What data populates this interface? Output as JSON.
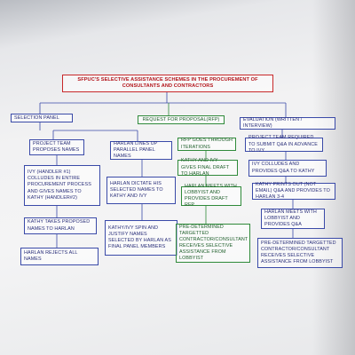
{
  "title": "SFPUC'S SELECTIVE ASSISTANCE SCHEMES IN THE PROCUREMENT OF CONSULTANTS AND CONTRACTORS",
  "branches": [
    {
      "header": "SELECTION PANEL",
      "columns": [
        {
          "steps": [
            "PROJECT TEAM PROPOSES NAMES",
            "IVY (HANDLER #1) COLLUDES IN ENTIRE PROCUREMENT PROCESS AND GIVES NAMES TO KATHY (HANDLER#2)",
            "KATHY TAKES PROPOSED NAMES TO HARLAN",
            "HARLAN REJECTS ALL NAMES"
          ]
        },
        {
          "steps": [
            "HARLAN LINES UP PARALLEL PANEL NAMES",
            "HARLAN DICTATE HIS SELECTED NAMES TO KATHY AND IVY",
            "KATHY/IVY SPIN AND JUSTIFY NAMES SELECTED BY HARLAN AS FINAL PANEL MEMBERS"
          ]
        }
      ]
    },
    {
      "header": "REQUEST FOR PROPOSAL(RFP)",
      "steps": [
        "RFP GOES THROUGH ITERATIONS",
        "KATHY AND IVY GIVES FINAL DRAFT TO HARLAN",
        "HARLAN MEETS WITH LOBBYIST AND PROVIDES DRAFT RFP",
        "PRE-DETERMINED TARGETTED CONTRACTOR/CONSULTANT RECEIVES SELECTIVE ASSISTANCE FROM LOBBYIST"
      ]
    },
    {
      "header": "EVALUATION (WRITTEN / INTERVIEW)",
      "steps": [
        "PROJECT TEAM REQUIRED TO SUBMIT Q&A IN ADVANCE TO IVY",
        "IVY COLLUDES AND PROVIDES Q&A TO KATHY",
        "KATHY PRINTS OUT (NOT EMAIL) Q&A AND PROVIDES TO HARLAN 3-4",
        "HARLAN MEETS WITH LOBBYIST AND PROVIDES Q&A",
        "PRE-DETERMINED TARGETTED CONTRACTOR/CONSULTANT RECEIVES SELECTIVE ASSISTANCE FROM LOBBYIST"
      ]
    }
  ],
  "colors": {
    "title_border": "#c8282a",
    "box_border": "#3a4aa8",
    "rfp_border": "#2f8a3a"
  }
}
